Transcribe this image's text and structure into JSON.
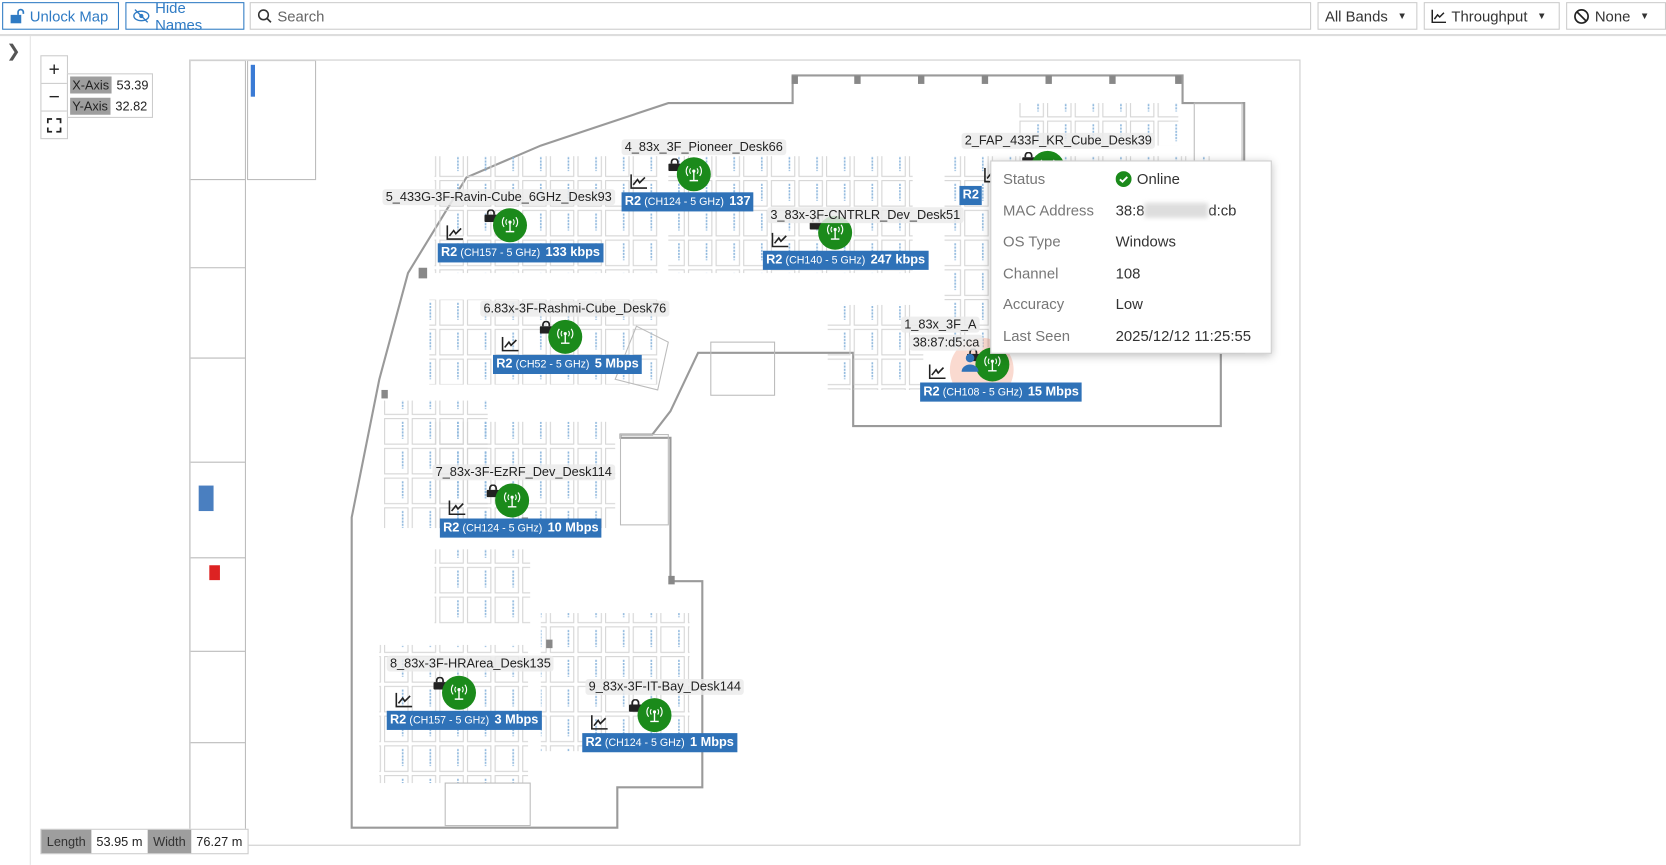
{
  "toolbar": {
    "unlock_map": "Unlock Map",
    "hide_names": "Hide Names",
    "search_placeholder": "Search",
    "band": "All Bands",
    "metric": "Throughput",
    "overlay": "None"
  },
  "coords": {
    "x_label": "X-Axis",
    "x_value": "53.39",
    "y_label": "Y-Axis",
    "y_value": "32.82"
  },
  "dimensions": {
    "length_label": "Length",
    "length_value": "53.95 m",
    "width_label": "Width",
    "width_value": "76.27 m"
  },
  "aps": [
    {
      "name": "4_83x_3F_Pioneer_Desk66",
      "radio": "R2",
      "channel": "(CH124 - 5 GHz)",
      "throughput": "137"
    },
    {
      "name": "5_433G-3F-Ravin-Cube_6GHz_Desk93",
      "radio": "R2",
      "channel": "(CH157 - 5 GHz)",
      "throughput": "133 kbps"
    },
    {
      "name": "3_83x-3F-CNTRLR_Dev_Desk51",
      "radio": "R2",
      "channel": "(CH140 - 5 GHz)",
      "throughput": "247 kbps"
    },
    {
      "name": "6.83x-3F-Rashmi-Cube_Desk76",
      "radio": "R2",
      "channel": "(CH52 - 5 GHz)",
      "throughput": "5 Mbps"
    },
    {
      "name": "2_FAP_433F_KR_Cube_Desk39",
      "radio": "R2",
      "channel": "",
      "throughput": ""
    },
    {
      "name": "1_83x_3F_A",
      "radio": "R2",
      "channel": "(CH108 - 5 GHz)",
      "throughput": "15 Mbps"
    },
    {
      "name": "7_83x-3F-EzRF_Dev_Desk114",
      "radio": "R2",
      "channel": "(CH124 - 5 GHz)",
      "throughput": "10 Mbps"
    },
    {
      "name": "8_83x-3F-HRArea_Desk135",
      "radio": "R2",
      "channel": "(CH157 - 5 GHz)",
      "throughput": "3 Mbps"
    },
    {
      "name": "9_83x-3F-IT-Bay_Desk144",
      "radio": "R2",
      "channel": "(CH124 - 5 GHz)",
      "throughput": "1 Mbps"
    }
  ],
  "client": {
    "mac_label": "38:87:d5:ca"
  },
  "tooltip": {
    "status_label": "Status",
    "status": "Online",
    "mac_label": "MAC Address",
    "mac_prefix": "38:8",
    "mac_suffix": "d:cb",
    "os_label": "OS Type",
    "os": "Windows",
    "channel_label": "Channel",
    "channel": "108",
    "accuracy_label": "Accuracy",
    "accuracy": "Low",
    "last_seen_label": "Last Seen",
    "last_seen": "2025/12/12 11:25:55"
  },
  "colors": {
    "accent": "#2f7bc4",
    "badge": "#2f72b8",
    "ap_online": "#1b8a1b"
  }
}
